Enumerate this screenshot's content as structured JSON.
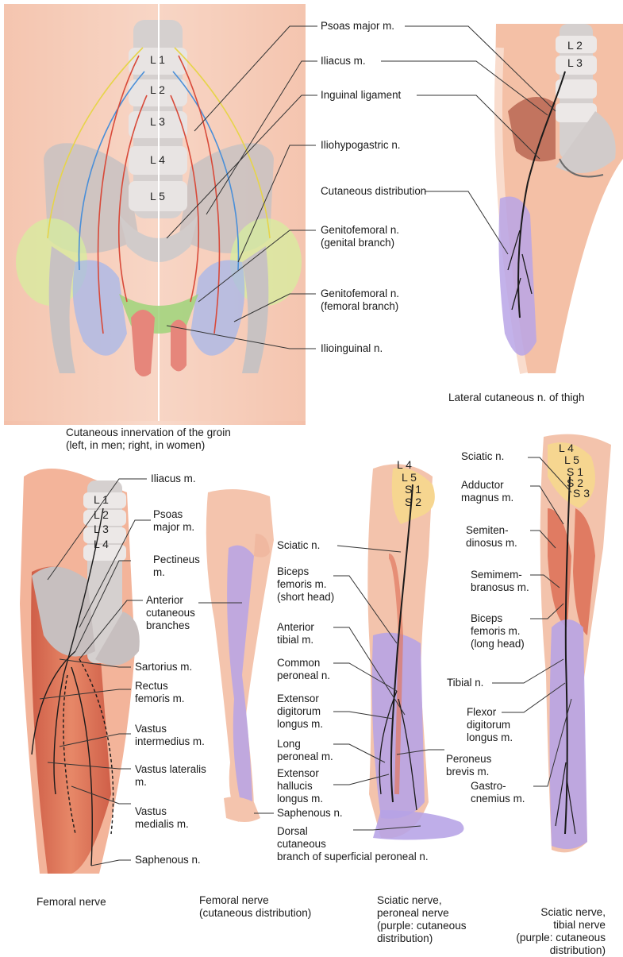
{
  "panels": {
    "groin": {
      "caption_title": "Cutaneous innervation of the groin",
      "caption_sub": "(left, in men; right, in women)",
      "vertebrae": [
        "L 1",
        "L 2",
        "L 3",
        "L 4",
        "L 5"
      ],
      "labels": [
        "Psoas major m.",
        "Iliacus m.",
        "Inguinal ligament",
        "Iliohypogastric n.",
        "Cutaneous distribution",
        [
          "Genitofemoral n.",
          "(genital branch)"
        ],
        [
          "Genitofemoral n.",
          "(femoral branch)"
        ],
        "Ilioinguinal n."
      ]
    },
    "lateral_thigh": {
      "caption_title": "Lateral cutaneous n. of thigh",
      "vertebrae": [
        "L 2",
        "L 3"
      ]
    },
    "femoral": {
      "caption_title": "Femoral nerve",
      "vertebrae": [
        "L 1",
        "L 2",
        "L 3",
        "L 4"
      ],
      "labels": [
        "Iliacus m.",
        [
          "Psoas",
          "major m."
        ],
        [
          "Pectineus",
          "m."
        ],
        [
          "Anterior",
          "cutaneous",
          "branches"
        ],
        "Sartorius m.",
        [
          "Rectus",
          "femoris m."
        ],
        [
          "Vastus",
          "intermedius m."
        ],
        [
          "Vastus lateralis",
          "m."
        ],
        [
          "Vastus",
          "medialis m."
        ],
        "Saphenous n."
      ]
    },
    "femoral_cutaneous": {
      "caption_title": "Femoral nerve",
      "caption_sub": "(cutaneous distribution)"
    },
    "sciatic_peroneal": {
      "caption_title": [
        "Sciatic nerve,",
        "peroneal nerve"
      ],
      "caption_sub": [
        "(purple: cutaneous",
        "distribution)"
      ],
      "vertebrae": [
        "L 4",
        "L 5",
        "S 1",
        "S 2"
      ],
      "labels": [
        "Sciatic n.",
        [
          "Biceps",
          "femoris m.",
          "(short head)"
        ],
        [
          "Anterior",
          "tibial m."
        ],
        [
          "Common",
          "peroneal n."
        ],
        [
          "Extensor",
          "digitorum",
          "longus m."
        ],
        [
          "Long",
          "peroneal m."
        ],
        [
          "Extensor",
          "hallucis",
          "longus m."
        ],
        "Saphenous n.",
        [
          "Peroneus",
          "brevis m."
        ],
        [
          "Dorsal",
          "cutaneous",
          "branch of superficial peroneal n."
        ]
      ]
    },
    "sciatic_tibial": {
      "caption_title": [
        "Sciatic nerve,",
        "tibial nerve"
      ],
      "caption_sub": [
        "(purple: cutaneous",
        "distribution)"
      ],
      "vertebrae": [
        "L 4",
        "L 5",
        "S 1",
        "S 2",
        "S 3"
      ],
      "labels": [
        "Sciatic n.",
        [
          "Adductor",
          "magnus m."
        ],
        [
          "Semiten-",
          "dinosus m."
        ],
        [
          "Semimem-",
          "branosus m."
        ],
        [
          "Biceps",
          "femoris m.",
          "(long head)"
        ],
        "Tibial n.",
        [
          "Flexor",
          "digitorum",
          "longus m."
        ],
        [
          "Gastro-",
          "cnemius m."
        ]
      ]
    }
  },
  "colors": {
    "skin": "#f5c9b3",
    "skin_dark": "#eea98f",
    "muscle": "#d9634a",
    "bone": "#f3d58a",
    "bone_gray": "#c9c4c2",
    "cutaneous_purple": "#b9a8e3",
    "genital_blue": "#9fb1e6",
    "ilioinguinal_green": "#cfe7a0",
    "nerve": "#1a1a1a"
  }
}
